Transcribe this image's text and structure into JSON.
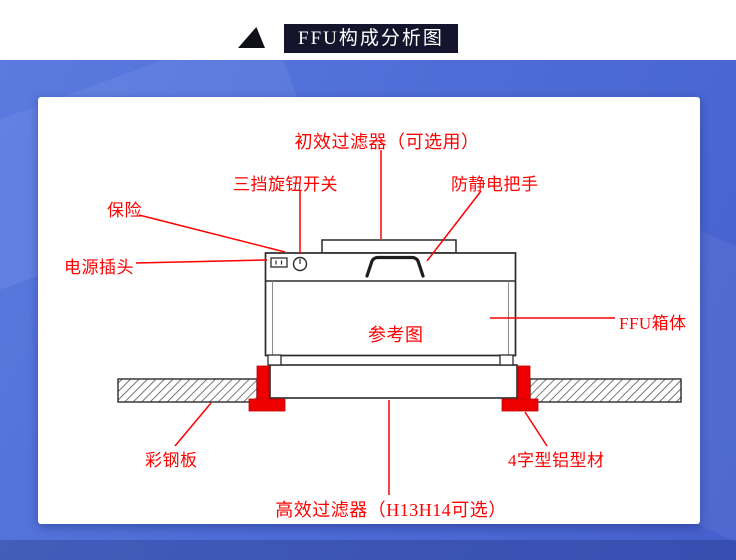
{
  "header": {
    "title": "FFU构成分析图"
  },
  "labels": {
    "primary_filter": "初效过滤器（可选用）",
    "knob_switch": "三挡旋钮开关",
    "antistatic_handle": "防静电把手",
    "fuse": "保险",
    "power_plug": "电源插头",
    "reference_caption": "参考图",
    "ffu_body": "FFU箱体",
    "steel_panel": "彩钢板",
    "aluminum_profile": "4字型铝型材",
    "hepa_filter": "高效过滤器（H13H14可选）"
  },
  "colors": {
    "label_red": "#fe0000",
    "leader_line_red": "#ff0000",
    "profile_red": "#ee0000",
    "diagram_outline": "#2b2b2b",
    "background_blue": "#4e6dd6",
    "header_box_bg": "#14142c",
    "panel_bg": "#ffffff"
  }
}
